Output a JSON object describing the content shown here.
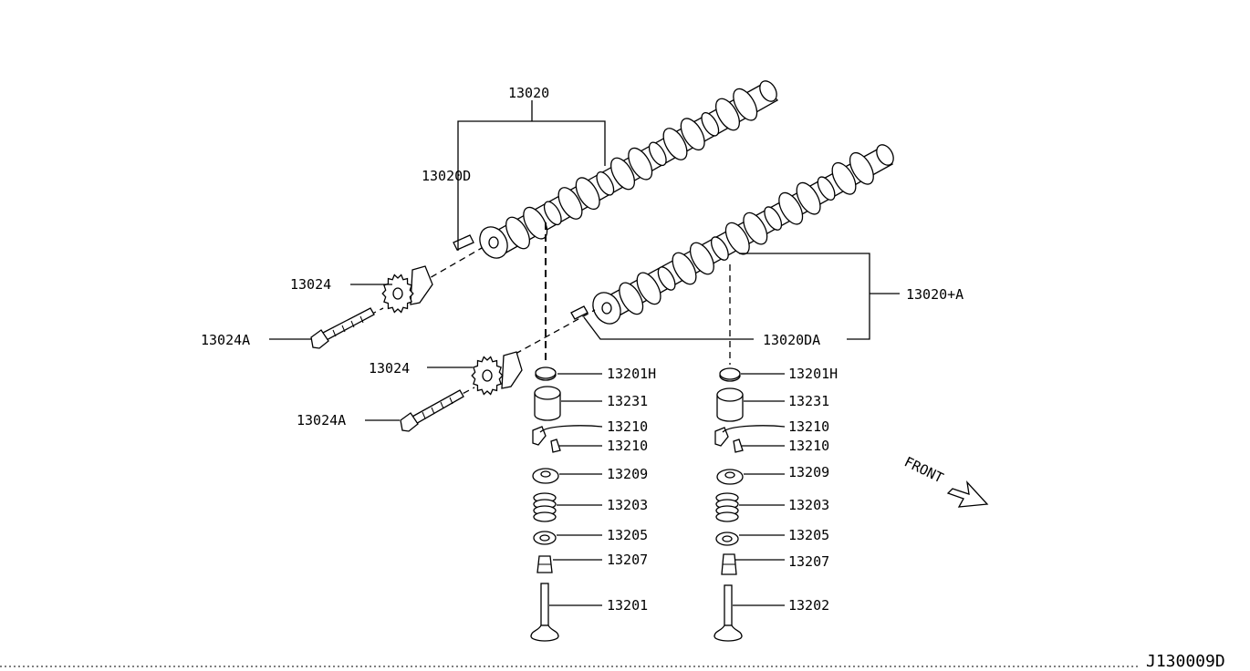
{
  "labels": {
    "camshaft_exhaust": "13020",
    "camshaft_exhaust_dowel": "13020D",
    "camshaft_intake": "13020+A",
    "camshaft_intake_dowel": "13020DA",
    "sprocket_upper": "13024",
    "sprocket_bolt_upper": "13024A",
    "sprocket_lower": "13024",
    "sprocket_bolt_lower": "13024A",
    "left_column": {
      "shim": "13201H",
      "lifter": "13231",
      "collet_a": "13210",
      "collet_b": "13210",
      "retainer": "13209",
      "spring": "13203",
      "seat": "13205",
      "seal": "13207",
      "valve": "13201"
    },
    "right_column": {
      "shim": "13201H",
      "lifter": "13231",
      "collet_a": "13210",
      "collet_b": "13210",
      "retainer": "13209",
      "spring": "13203",
      "seat": "13205",
      "seal": "13207",
      "valve": "13202"
    },
    "front": "FRONT",
    "diagram_code": "J130009D"
  }
}
